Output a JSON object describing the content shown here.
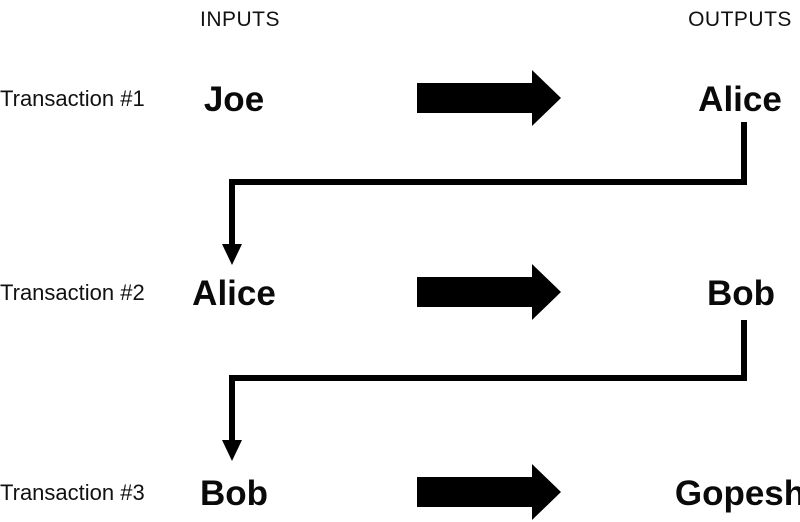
{
  "headers": {
    "inputs": "INPUTS",
    "outputs": "OUTPUTS"
  },
  "transactions": [
    {
      "label": "Transaction #1",
      "input": "Joe",
      "output": "Alice"
    },
    {
      "label": "Transaction #2",
      "input": "Alice",
      "output": "Bob"
    },
    {
      "label": "Transaction #3",
      "input": "Bob",
      "output": "Gopesh"
    }
  ],
  "colors": {
    "ink": "#000000",
    "background": "#ffffff"
  }
}
